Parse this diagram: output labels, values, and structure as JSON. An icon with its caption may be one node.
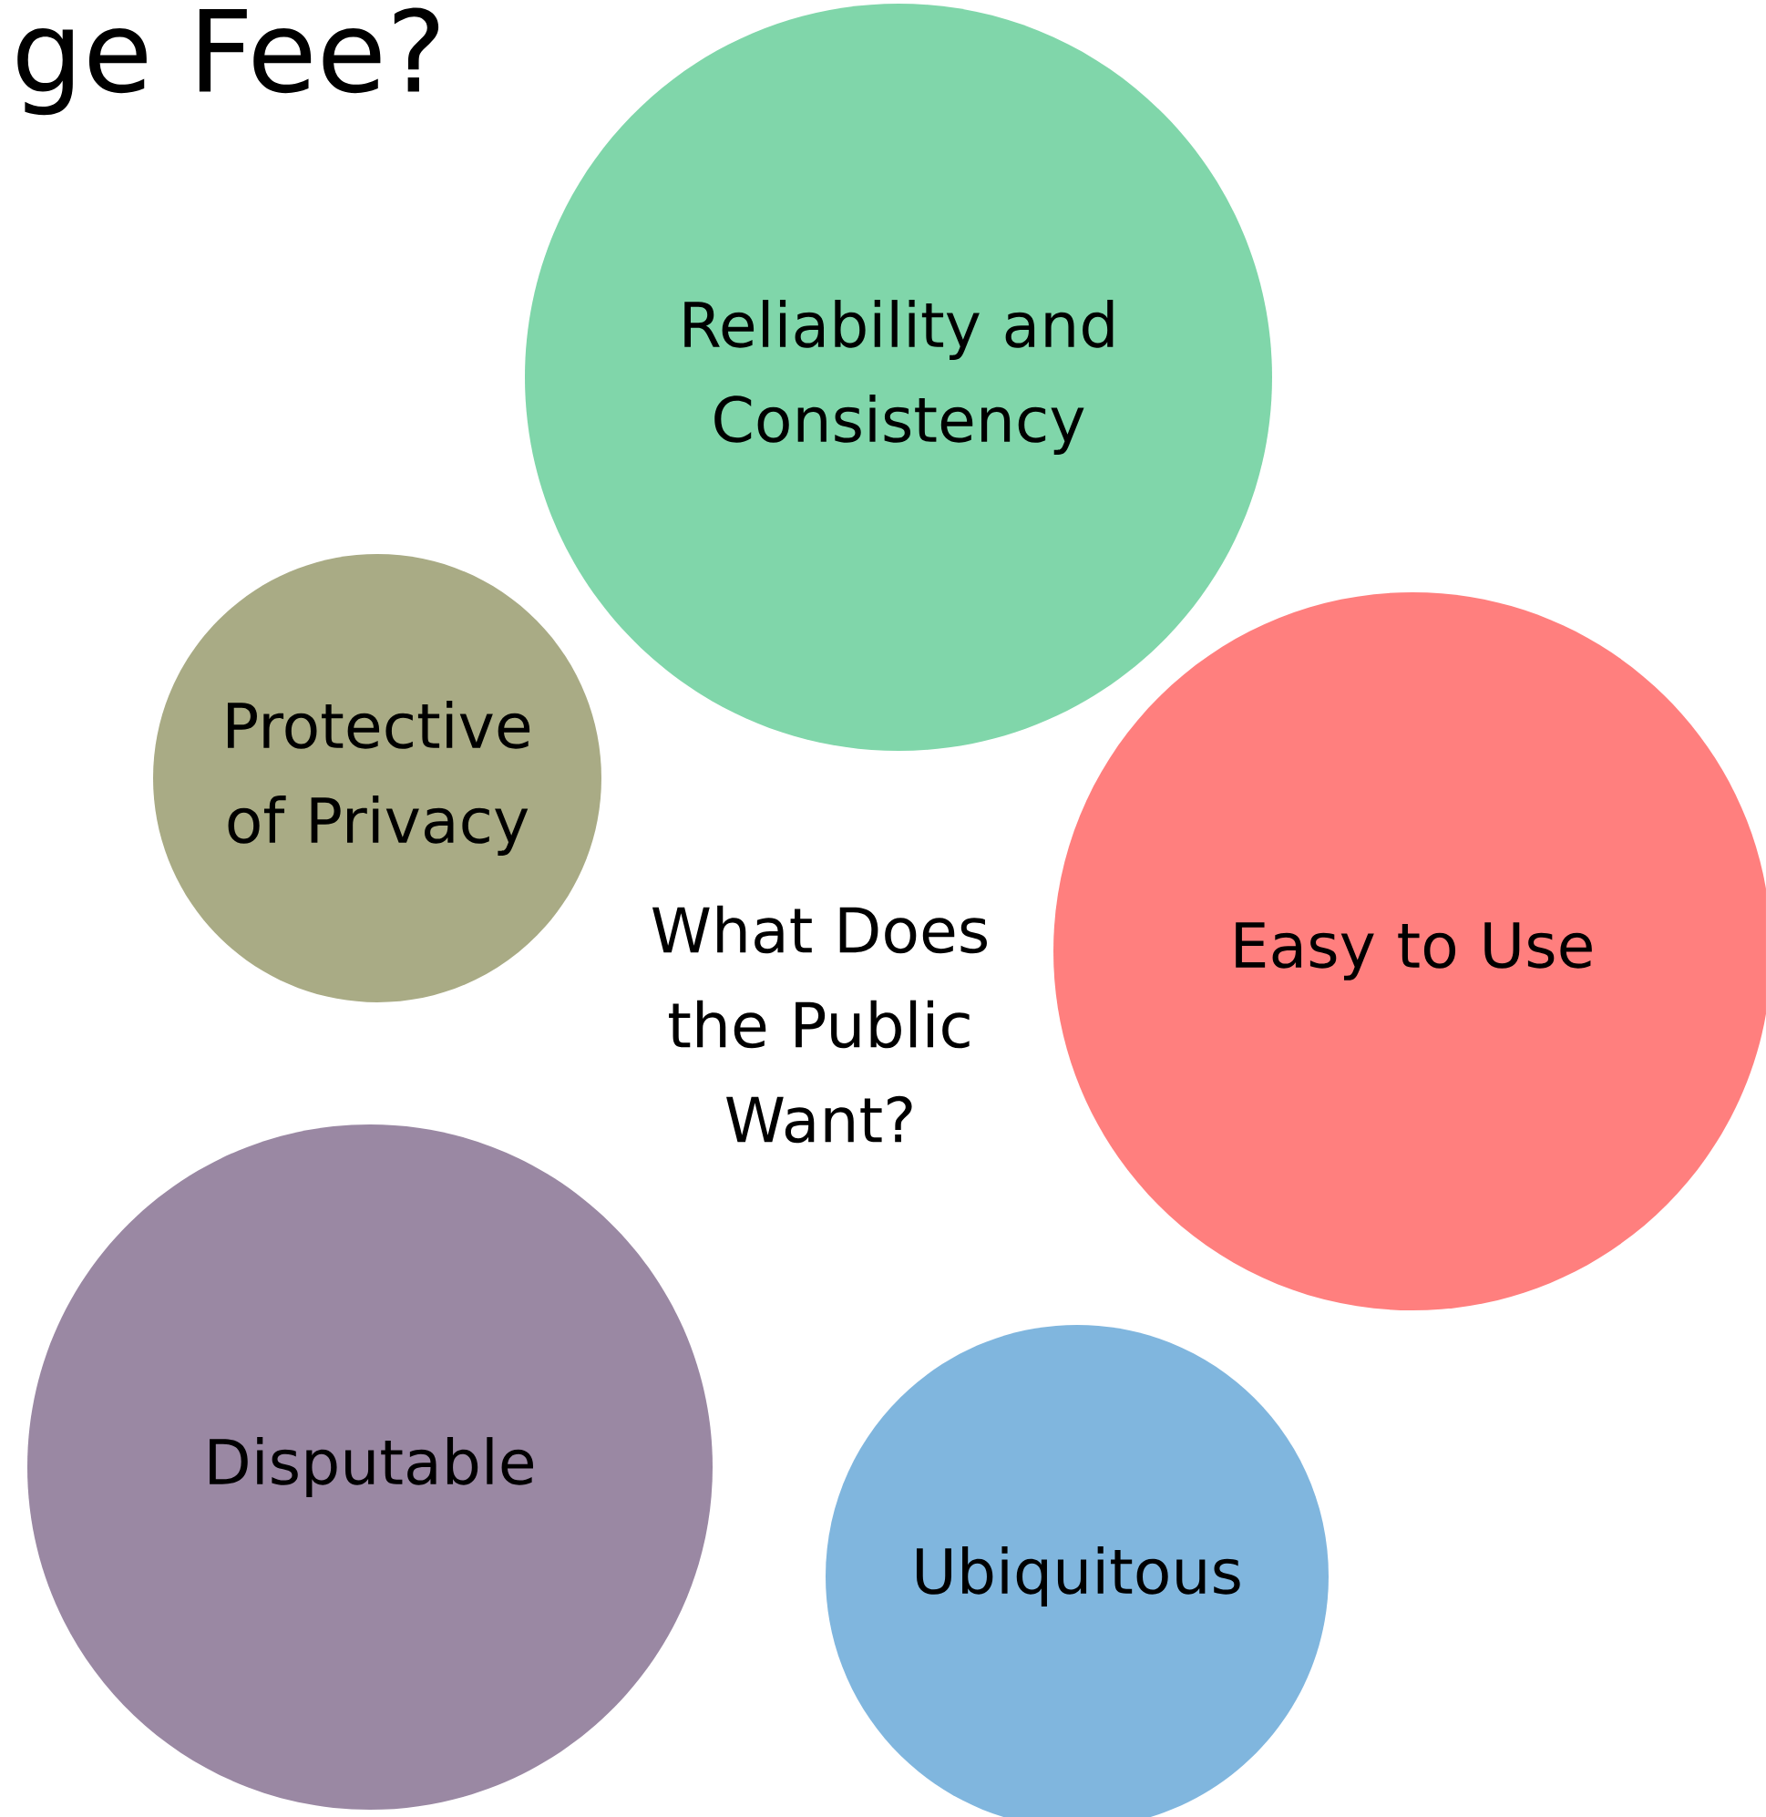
{
  "diagram": {
    "title": "ge Fee?",
    "nodes": [
      {
        "text": [
          "Reliability and Consistency"
        ]
      },
      {
        "text": [
          "Protective of Privacy"
        ]
      },
      {
        "text": [
          "Easy to Use"
        ]
      },
      {
        "text": [
          "Disputable"
        ]
      },
      {
        "text": [
          "Ubiquitous"
        ]
      }
    ],
    "labels": [
      "What Does the Public Want?"
    ]
  }
}
